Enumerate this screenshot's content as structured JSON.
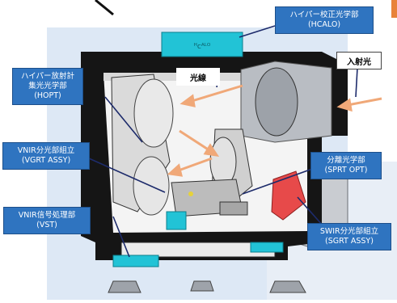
{
  "labels": {
    "hcalo": {
      "line1": "ハイパー校正光学部",
      "line2": "(HCALO)"
    },
    "incident": "入射光",
    "light": "光線",
    "hopt": {
      "line1": "ハイパー放射計",
      "line2": "集光光学部",
      "line3": "(HOPT)"
    },
    "vgrt": {
      "line1": "VNIR分光部組立",
      "line2": "(VGRT ASSY)"
    },
    "sprt": {
      "line1": "分離光学部",
      "line2": "(SPRT OPT)"
    },
    "vst": {
      "line1": "VNIR信号処理部",
      "line2": "(VST)"
    },
    "sgrt": {
      "line1": "SWIR分光部組立",
      "line2": "(SGRT ASSY)"
    }
  },
  "colors": {
    "callout_fill": "#2f74c0",
    "frame": "#151515",
    "cyan_block": "#22c3d6",
    "light_arrow": "#f0a878",
    "background_panel": "#dde8f5",
    "orange_tab": "#e8823a"
  }
}
